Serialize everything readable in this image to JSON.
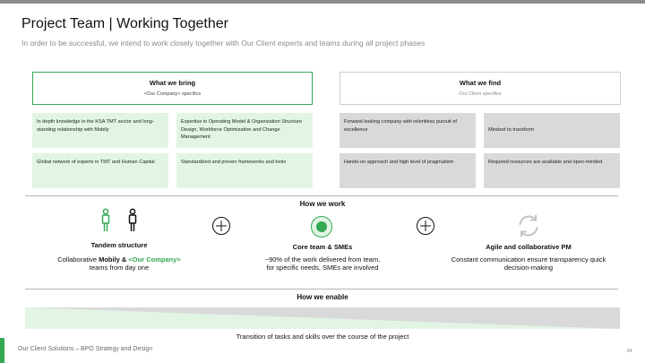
{
  "header": {
    "title": "Project Team | Working Together",
    "subtitle": "In order to be successful, we intend to work closely together with Our Client experts and teams during all project phases"
  },
  "bring": {
    "title": "What we bring",
    "subtitle": "<Our Company> specifics",
    "cards": [
      "In depth knowledge in the KSA TMT sector and long-standing relationship with Mobily",
      "Expertise in Operating Model & Organization Structure Design, Workforce Optimization and Change Management",
      "Global network of experts in TMT and Human Capital",
      "Standardized and proven frameworks and tools"
    ]
  },
  "find": {
    "title": "What we find",
    "subtitle": "Our Client specifics",
    "cards": [
      "Forward-looking company with relentless pursuit of excellence",
      "Mindset to transform",
      "Hands-on approach and high level of pragmatism",
      "Required resources are available and open-minded"
    ]
  },
  "how_we_work": {
    "label": "How we work",
    "pillars": [
      {
        "title": "Tandem structure",
        "text_prefix": "Collaborative ",
        "text_bold": "Mobily",
        "text_amp": " & ",
        "text_highlight": "<Our Company>",
        "text_line2": "teams from day one",
        "icon": "two-people-icon"
      },
      {
        "title": "Core team & SMEs",
        "line1": "~90% of the work delivered from team,",
        "line2": "for specific needs, SMEs are involved",
        "icon": "core-team-circle-icon"
      },
      {
        "title": "Agile and collaborative PM",
        "line1": "Constant communication ensure transparency quick",
        "line2": "decision-making",
        "icon": "refresh-arrows-icon"
      }
    ],
    "plus_icons": [
      "plus-circle-icon",
      "plus-circle-icon"
    ]
  },
  "how_we_enable": {
    "label": "How we enable",
    "caption": "Transition of tasks and skills over the course of the project"
  },
  "footer": {
    "text": "Our Client Solutions – BPO Strategy and Design",
    "page": "84"
  },
  "colors": {
    "accent_green": "#34a853",
    "light_green": "#e2f5e5",
    "light_grey": "#d9d9d9",
    "top_bar": "#8c8c8c"
  }
}
